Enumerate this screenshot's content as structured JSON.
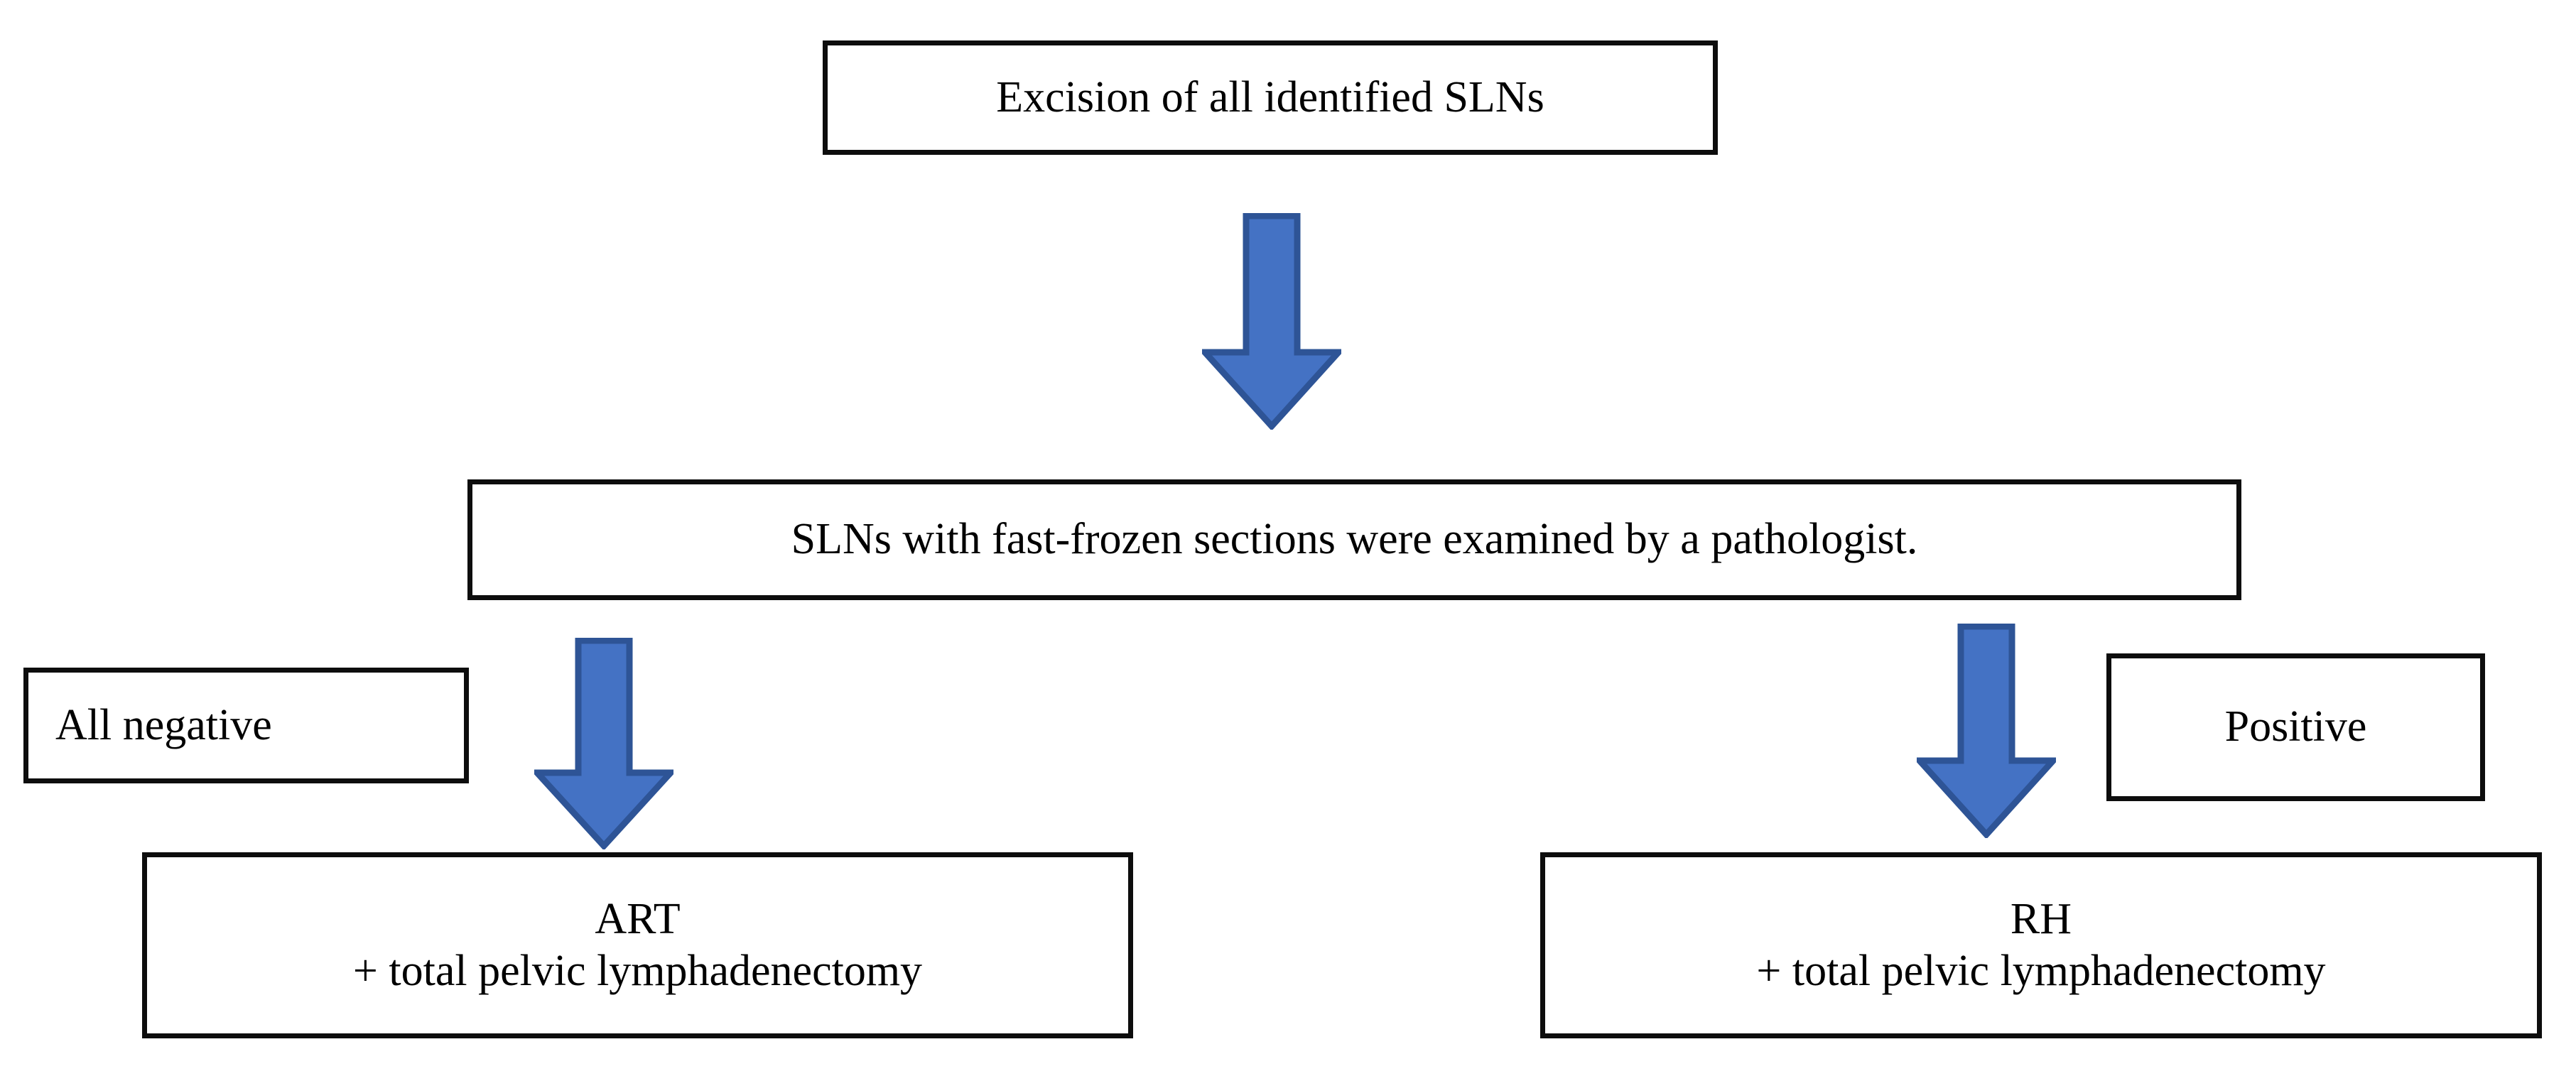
{
  "diagram": {
    "type": "flowchart",
    "title_visible": false,
    "background_color": "#ffffff",
    "arrow_fill_color": "#4472C4",
    "arrow_stroke_color": "#2E5496",
    "box_border_color": "#0D0D0D",
    "text_color": "#000000",
    "nodes": {
      "excision": {
        "text": "Excision of all identified SLNs"
      },
      "frozen_section": {
        "text": "SLNs with fast-frozen sections were examined by a pathologist."
      },
      "all_negative_label": {
        "text": "All negative"
      },
      "positive_label": {
        "text": "Positive"
      },
      "art": {
        "line1": "ART",
        "line2": "+ total pelvic lymphadenectomy"
      },
      "rh": {
        "line1": "RH",
        "line2": "+ total pelvic lymphadenectomy"
      }
    },
    "arrows": [
      {
        "name": "arrow-excision-to-frozen",
        "direction": "down",
        "icon": "down-block-arrow-icon"
      },
      {
        "name": "arrow-frozen-to-art",
        "direction": "down",
        "icon": "down-block-arrow-icon"
      },
      {
        "name": "arrow-frozen-to-rh",
        "direction": "down",
        "icon": "down-block-arrow-icon"
      }
    ]
  }
}
